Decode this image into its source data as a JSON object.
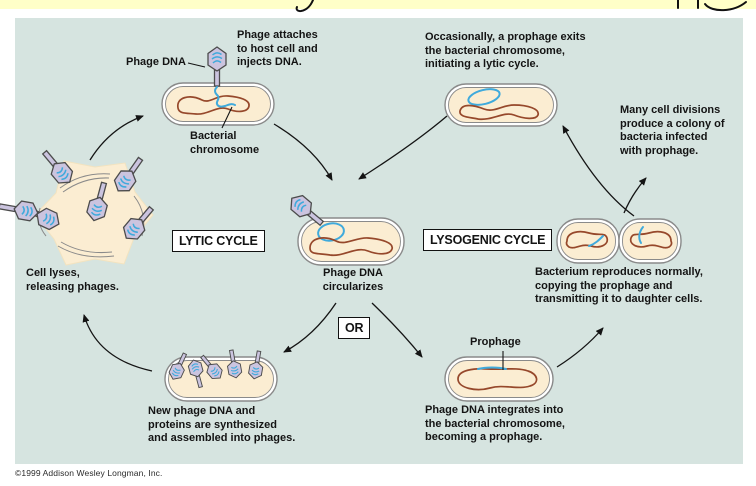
{
  "top_banner": {
    "visible_descenders": "y p p g"
  },
  "colors": {
    "banner_bg": "#FFFFC8",
    "panel_bg": "#D6E4E0",
    "cell_fill": "#FBEDD2",
    "cell_stroke": "#8A8A8A",
    "chromosome_brown": "#96482B",
    "dna_blue": "#3FAADC",
    "phage_body": "#CBC4DF",
    "phage_outline": "#4C4C4C",
    "arrow_black": "#141414",
    "text_black": "#141414"
  },
  "cycle_boxes": {
    "lytic": "LYTIC CYCLE",
    "lysogenic": "LYSOGENIC CYCLE",
    "or": "OR"
  },
  "labels": {
    "phage_dna": "Phage DNA",
    "phage_attaches": "Phage attaches\nto host cell and\ninjects DNA.",
    "bacterial_chromosome": "Bacterial\nchromosome",
    "occasionally": "Occasionally, a prophage exits\nthe bacterial chromosome,\ninitiating a lytic cycle.",
    "many_divisions": "Many cell divisions\nproduce a colony of\nbacteria infected\nwith prophage.",
    "cell_lyses": "Cell lyses,\nreleasing phages.",
    "circularizes": "Phage DNA\ncircularizes",
    "new_phage": "New phage DNA and\nproteins are synthesized\nand assembled into phages.",
    "prophage": "Prophage",
    "integrates": "Phage DNA integrates into\nthe bacterial chromosome,\nbecoming a prophage.",
    "reproduces": "Bacterium reproduces normally,\ncopying the prophage and\ntransmitting it to daughter cells."
  },
  "copyright": "©1999 Addison Wesley Longman, Inc."
}
